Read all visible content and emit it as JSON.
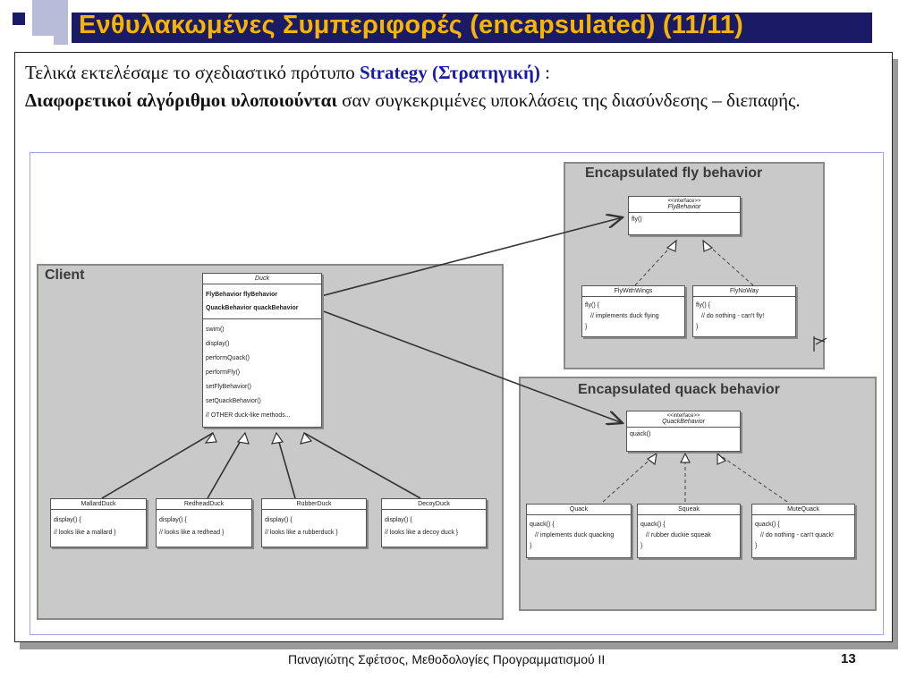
{
  "slide": {
    "title": "Ενθυλακωμένες Συμπεριφορές (encapsulated) (11/11)",
    "intro_part1": "Τελικά εκτελέσαμε το σχεδιαστικό πρότυπο ",
    "intro_highlight": "Strategy (Στρατηγική)",
    "intro_part2": " :",
    "intro_bold": "Διαφορετικοί αλγόριθμοι υλοποιούνται",
    "intro_part3": " σαν συγκεκριμένες υποκλάσεις της διασύνδεσης – διεπαφής."
  },
  "diagram": {
    "client_label": "Client",
    "fly_group_label": "Encapsulated fly behavior",
    "quack_group_label": "Encapsulated quack behavior",
    "duck": {
      "name": "Duck",
      "fields": [
        "FlyBehavior flyBehavior",
        "QuackBehavior quackBehavior"
      ],
      "methods": [
        "swim()",
        "display()",
        "performQuack()",
        "performFly()",
        "setFlyBehavior()",
        "setQuackBehavior()",
        "// OTHER duck-like methods..."
      ]
    },
    "subclasses": [
      {
        "name": "MallardDuck",
        "lines": [
          "display() {",
          "// looks like a mallard }"
        ]
      },
      {
        "name": "RedheadDuck",
        "lines": [
          "display() {",
          "// looks like a redhead }"
        ]
      },
      {
        "name": "RubberDuck",
        "lines": [
          "display() {",
          "// looks like a rubberduck }"
        ]
      },
      {
        "name": "DecoyDuck",
        "lines": [
          "display() {",
          "// looks like a decoy duck }"
        ]
      }
    ],
    "fly_interface": {
      "stereotype": "<<interface>>",
      "name": "FlyBehavior",
      "methods": [
        "fly()"
      ]
    },
    "fly_impls": [
      {
        "name": "FlyWithWings",
        "lines": [
          "fly() {",
          "// implements duck flying",
          "}"
        ]
      },
      {
        "name": "FlyNoWay",
        "lines": [
          "fly() {",
          "// do nothing - can't fly!",
          "}"
        ]
      }
    ],
    "quack_interface": {
      "stereotype": "<<interface>>",
      "name": "QuackBehavior",
      "methods": [
        "quack()"
      ]
    },
    "quack_impls": [
      {
        "name": "Quack",
        "lines": [
          "quack() {",
          "// implements duck quacking",
          "}"
        ]
      },
      {
        "name": "Squeak",
        "lines": [
          "quack() {",
          "// rubber duckie squeak",
          "}"
        ]
      },
      {
        "name": "MuteQuack",
        "lines": [
          "quack() {",
          "// do nothing - can't quack!",
          "}"
        ]
      }
    ]
  },
  "footer": {
    "author_course": "Παναγιώτης Σφέτσος,  Μεθοδολογίες Προγραμματισμού ΙΙ",
    "page_number": "13"
  }
}
